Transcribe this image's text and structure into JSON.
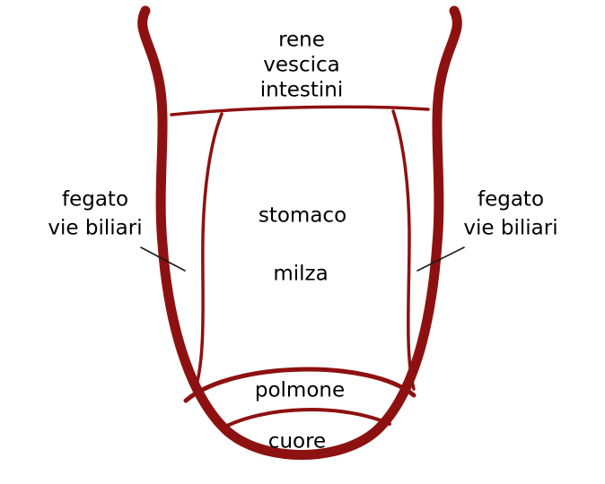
{
  "diagram": {
    "kind": "tongue-organ-zone-map",
    "language": "italian"
  },
  "labels": {
    "top_zone": {
      "line1": "rene",
      "line2": "vescica",
      "line3": "intestini"
    },
    "side_zone": {
      "line1": "fegato",
      "line2": "vie biliari"
    },
    "center_zone": {
      "upper": "stomaco",
      "lower": "milza"
    },
    "front_zone": {
      "label": "polmone"
    },
    "tip_zone": {
      "label": "cuore"
    }
  },
  "colors": {
    "outline": "#8e1111",
    "pointer_line": "#1a1a1a",
    "text": "#000000",
    "background": "#ffffff"
  }
}
